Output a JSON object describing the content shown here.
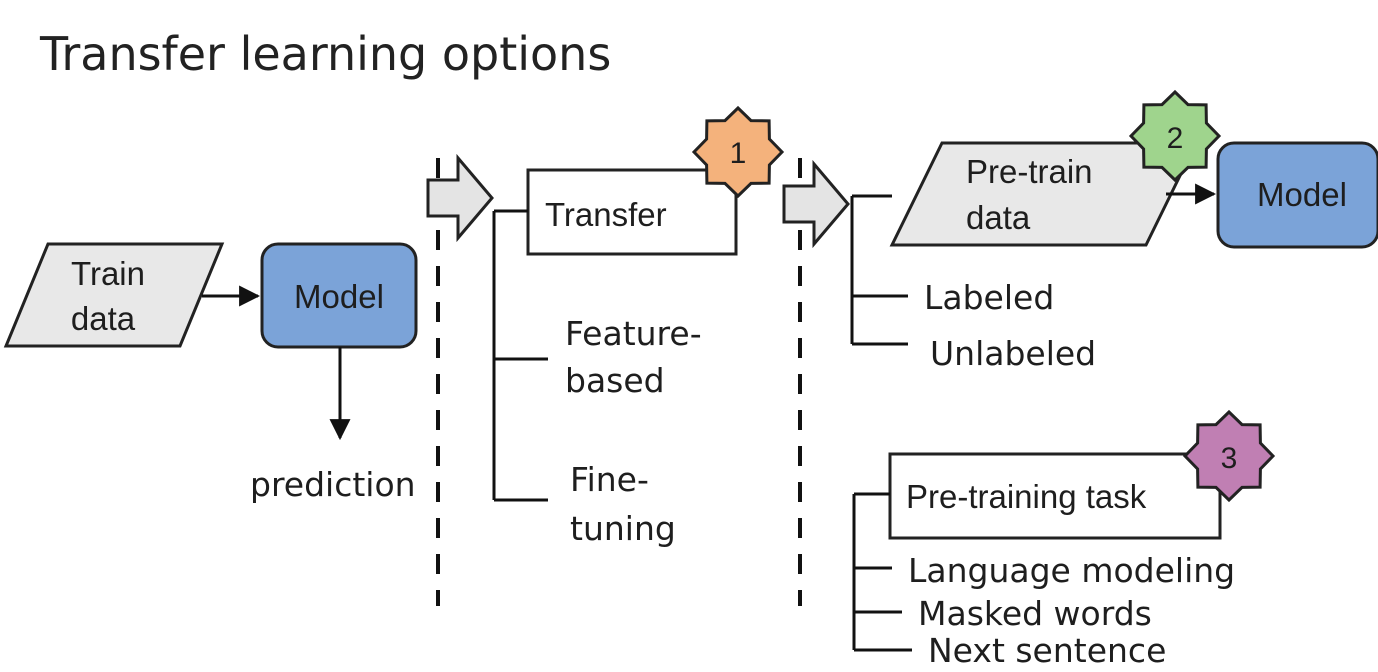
{
  "title": "Transfer learning options",
  "colors": {
    "model_fill": "#7ba3d8",
    "data_fill": "#e8e8e8",
    "arrow_fill": "#e4e4e4",
    "badge_1": "#f4b27c",
    "badge_2": "#9fd48d",
    "badge_3": "#c07fb3"
  },
  "left": {
    "train_data": [
      "Train",
      "data"
    ],
    "model": "Model",
    "prediction": "prediction"
  },
  "middle": {
    "transfer": "Transfer",
    "badge": "1",
    "options": [
      [
        "Feature-",
        "based"
      ],
      [
        "Fine-",
        "tuning"
      ]
    ]
  },
  "right": {
    "pretrain_data": [
      "Pre-train",
      "data"
    ],
    "badge_data": "2",
    "model": "Model",
    "data_types": [
      "Labeled",
      "Unlabeled"
    ],
    "task": "Pre-training task",
    "badge_task": "3",
    "tasks": [
      "Language modeling",
      "Masked words",
      "Next sentence"
    ]
  },
  "icons": [
    "star-badge-icon",
    "block-arrow-icon"
  ]
}
